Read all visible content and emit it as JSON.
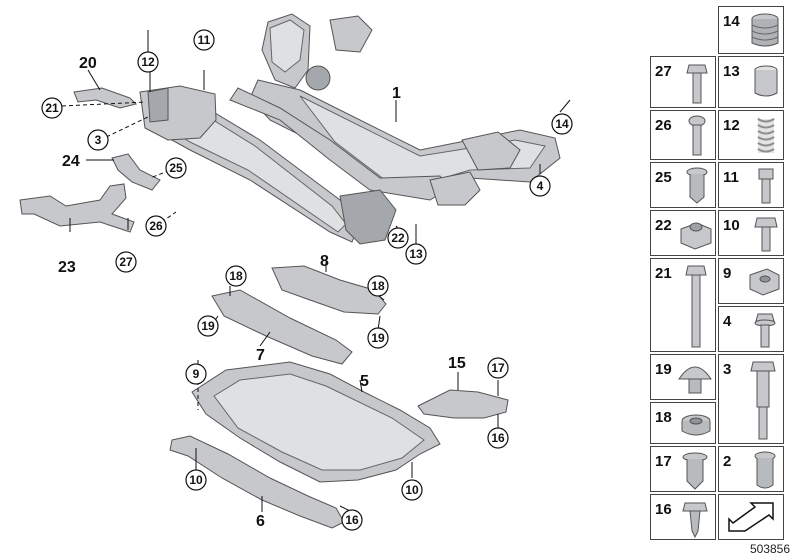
{
  "diagram": {
    "callouts_plain": [
      "20",
      "24",
      "23",
      "1",
      "8",
      "7",
      "5",
      "15",
      "6"
    ],
    "callouts_circled": [
      "11",
      "12",
      "21",
      "3",
      "25",
      "26",
      "27",
      "14",
      "4",
      "22",
      "13",
      "18",
      "19",
      "18",
      "19",
      "9",
      "17",
      "10",
      "16",
      "10",
      "16"
    ]
  },
  "legend": {
    "cells": [
      {
        "id": "14",
        "icon": "threaded-insert-icon"
      },
      {
        "id": "27",
        "icon": "flange-bolt-icon"
      },
      {
        "id": "13",
        "icon": "sleeve-icon"
      },
      {
        "id": "26",
        "icon": "torx-bolt-icon"
      },
      {
        "id": "12",
        "icon": "spring-insert-icon"
      },
      {
        "id": "25",
        "icon": "rivet-nut-icon"
      },
      {
        "id": "11",
        "icon": "socket-bolt-icon"
      },
      {
        "id": "22",
        "icon": "cage-nut-icon"
      },
      {
        "id": "10",
        "icon": "hex-flange-screw-icon"
      },
      {
        "id": "21",
        "icon": "long-bolt-icon"
      },
      {
        "id": "9",
        "icon": "clip-nut-icon"
      },
      {
        "id": "4",
        "icon": "collar-screw-icon"
      },
      {
        "id": "19",
        "icon": "expanding-rivet-icon"
      },
      {
        "id": "3",
        "icon": "stepped-bolt-icon"
      },
      {
        "id": "18",
        "icon": "washer-nut-icon"
      },
      {
        "id": "17",
        "icon": "plastic-nut-icon"
      },
      {
        "id": "2",
        "icon": "blind-rivet-nut-icon"
      },
      {
        "id": "16",
        "icon": "sheet-screw-icon"
      },
      {
        "id": "",
        "icon": "arrow-icon"
      }
    ]
  },
  "reference": "503856",
  "colors": {
    "part": "#c6c8cb",
    "outline": "#555555",
    "ink": "#111111"
  }
}
